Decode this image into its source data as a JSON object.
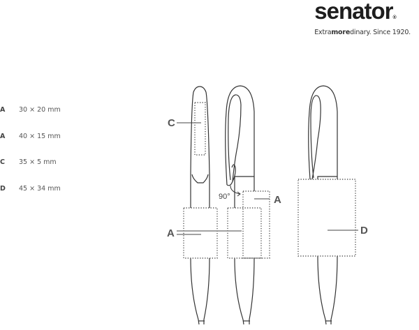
{
  "brand": {
    "name": "senator",
    "registered": "®",
    "tagline_pre": "Extra",
    "tagline_bold": "more",
    "tagline_post": "dinary. Since 1920."
  },
  "specs": [
    {
      "key": "A",
      "size": "30 × 20 mm"
    },
    {
      "key": "A",
      "size": "40 × 15 mm"
    },
    {
      "key": "C",
      "size": "35 × 5 mm"
    },
    {
      "key": "D",
      "size": "45 × 34 mm"
    }
  ],
  "diagram": {
    "label_c": "C",
    "label_a_front": "A",
    "label_a_side": "A",
    "label_d": "D",
    "angle": "90°"
  }
}
